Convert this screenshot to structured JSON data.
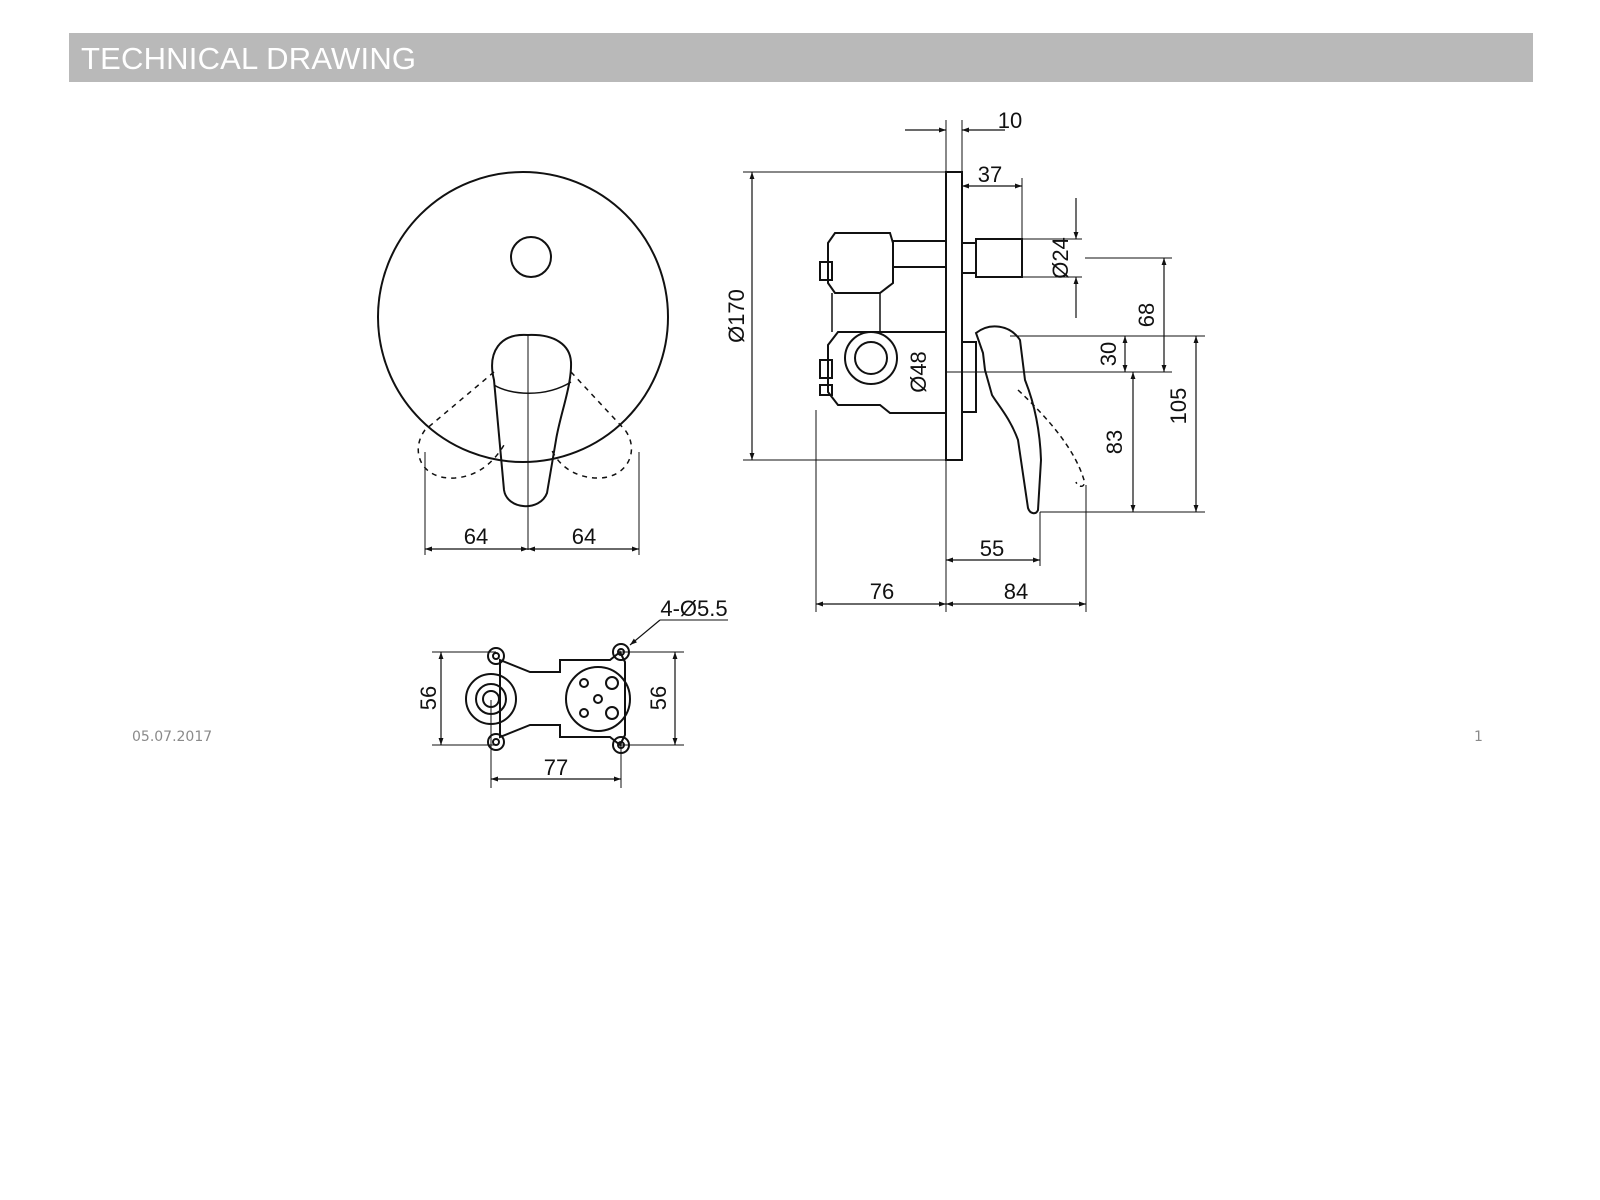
{
  "header": {
    "title": "TECHNICAL DRAWING"
  },
  "footer": {
    "date": "05.07.2017",
    "page_number": "1"
  },
  "dimensions": {
    "front_left_half": "64",
    "front_right_half": "64",
    "plate_thickness": "10",
    "outlet_projection": "37",
    "outlet_diameter": "Ø24",
    "plate_diameter": "Ø170",
    "body_diameter": "Ø48",
    "outlet_to_axis": "68",
    "lever_height": "30",
    "lever_axis_height": "105",
    "lever_lower_height": "83",
    "lever_depth": "55",
    "rough_in_depth": "76",
    "lever_reach": "84",
    "mounting_holes": "4-Ø5.5",
    "bracket_height_left": "56",
    "bracket_height_right": "56",
    "bracket_width": "77"
  },
  "colors": {
    "header_bar": "#b9b9b9",
    "header_text": "#ffffff",
    "line": "#111111",
    "footer_text": "#8a8a8a"
  }
}
